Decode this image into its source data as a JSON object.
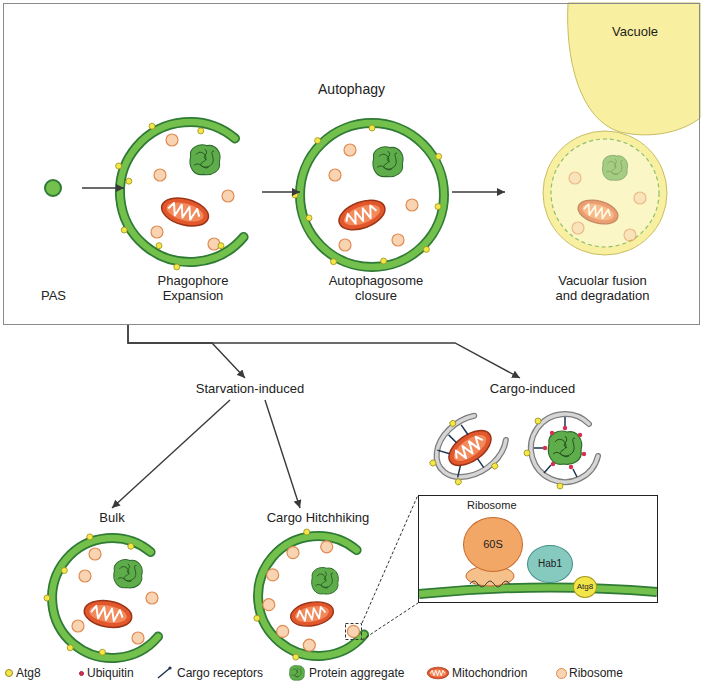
{
  "diagram": {
    "nodes": [
      {
        "text": [
          "Autophagy"
        ]
      },
      {
        "text": [
          "Vacuole"
        ],
        "in": 0
      },
      {
        "text": [
          "PAS"
        ],
        "in": 0
      },
      {
        "text": [
          "Phagophore Expansion"
        ],
        "in": 0
      },
      {
        "text": [
          "Autophagosome closure"
        ],
        "in": 0
      },
      {
        "text": [
          "Vacuolar fusion and degradation"
        ],
        "in": 0
      },
      {
        "text": [
          "Starvation-induced"
        ]
      },
      {
        "text": [
          "Cargo-induced"
        ]
      },
      {
        "text": [
          "Bulk"
        ]
      },
      {
        "text": [
          "Cargo Hitchhiking"
        ]
      },
      {
        "text": [
          "Ribosome"
        ]
      },
      {
        "text": [
          "60S"
        ],
        "in": 10
      },
      {
        "text": [
          "Hab1"
        ],
        "in": 10
      },
      {
        "text": [
          "Atg8"
        ],
        "in": 10
      }
    ],
    "edges": [
      {
        "from": 2,
        "to": 3,
        "arrow": "to"
      },
      {
        "from": 3,
        "to": 4,
        "arrow": "to"
      },
      {
        "from": 4,
        "to": 5,
        "arrow": "to"
      },
      {
        "from": 0,
        "to": 6,
        "arrow": "to"
      },
      {
        "from": 0,
        "to": 7,
        "arrow": "to"
      },
      {
        "from": 6,
        "to": 8,
        "arrow": "to"
      },
      {
        "from": 6,
        "to": 9,
        "arrow": "to"
      }
    ],
    "legend": [
      {
        "text": "Atg8",
        "color": "#f3e64b"
      },
      {
        "text": "Ubiquitin",
        "color": "#d6304f"
      },
      {
        "text": "Cargo receptors"
      },
      {
        "text": "Protein aggregate"
      },
      {
        "text": "Mitochondrion"
      },
      {
        "text": "Ribosome",
        "color": "#f9d4b2"
      }
    ]
  }
}
